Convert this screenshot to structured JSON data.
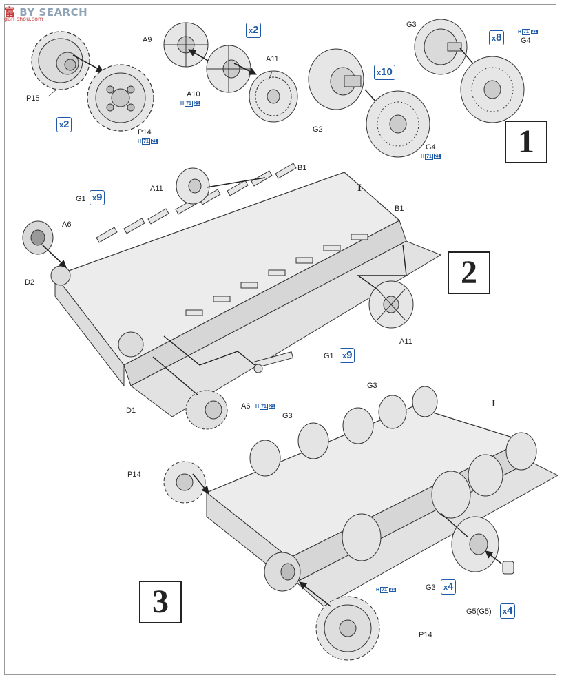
{
  "watermark": {
    "cn": "富",
    "brand": "BY SEARCH",
    "url": "gan-shou.com"
  },
  "steps": [
    "1",
    "2",
    "3"
  ],
  "labels": {
    "p15": "P15",
    "p14_a": "P14",
    "a9": "A9",
    "a10": "A10",
    "a11_a": "A11",
    "g2": "G2",
    "g4_a": "G4",
    "g3_a": "G3",
    "g4_b": "G4",
    "a11_b": "A11",
    "b1_a": "B1",
    "i_a": "I",
    "g1_a": "G1",
    "a6_a": "A6",
    "b1_b": "B1",
    "d2": "D2",
    "a11_c": "A11",
    "g1_b": "G1",
    "d1": "D1",
    "a6_b": "A6",
    "g3_b": "G3",
    "g3_c": "G3",
    "i_b": "I",
    "p14_b": "P14",
    "g3_d": "G3",
    "g5": "G5(G5)",
    "p14_c": "P14"
  },
  "quantities": {
    "q_p15": {
      "x": "x",
      "n": "2"
    },
    "q_a9": {
      "x": "x",
      "n": "2"
    },
    "q_g2": {
      "x": "x",
      "n": "10"
    },
    "q_g3": {
      "x": "x",
      "n": "8"
    },
    "q_g1a": {
      "x": "x",
      "n": "9"
    },
    "q_g1b": {
      "x": "x",
      "n": "9"
    },
    "q_g3b": {
      "x": "x",
      "n": "4"
    },
    "q_g5": {
      "x": "x",
      "n": "4"
    }
  },
  "ref_badge": {
    "h": "H",
    "n1": "71",
    "n2": "21"
  },
  "colors": {
    "part_fill": "#e6e6e6",
    "line": "#333333",
    "accent": "#1e5aa8"
  }
}
